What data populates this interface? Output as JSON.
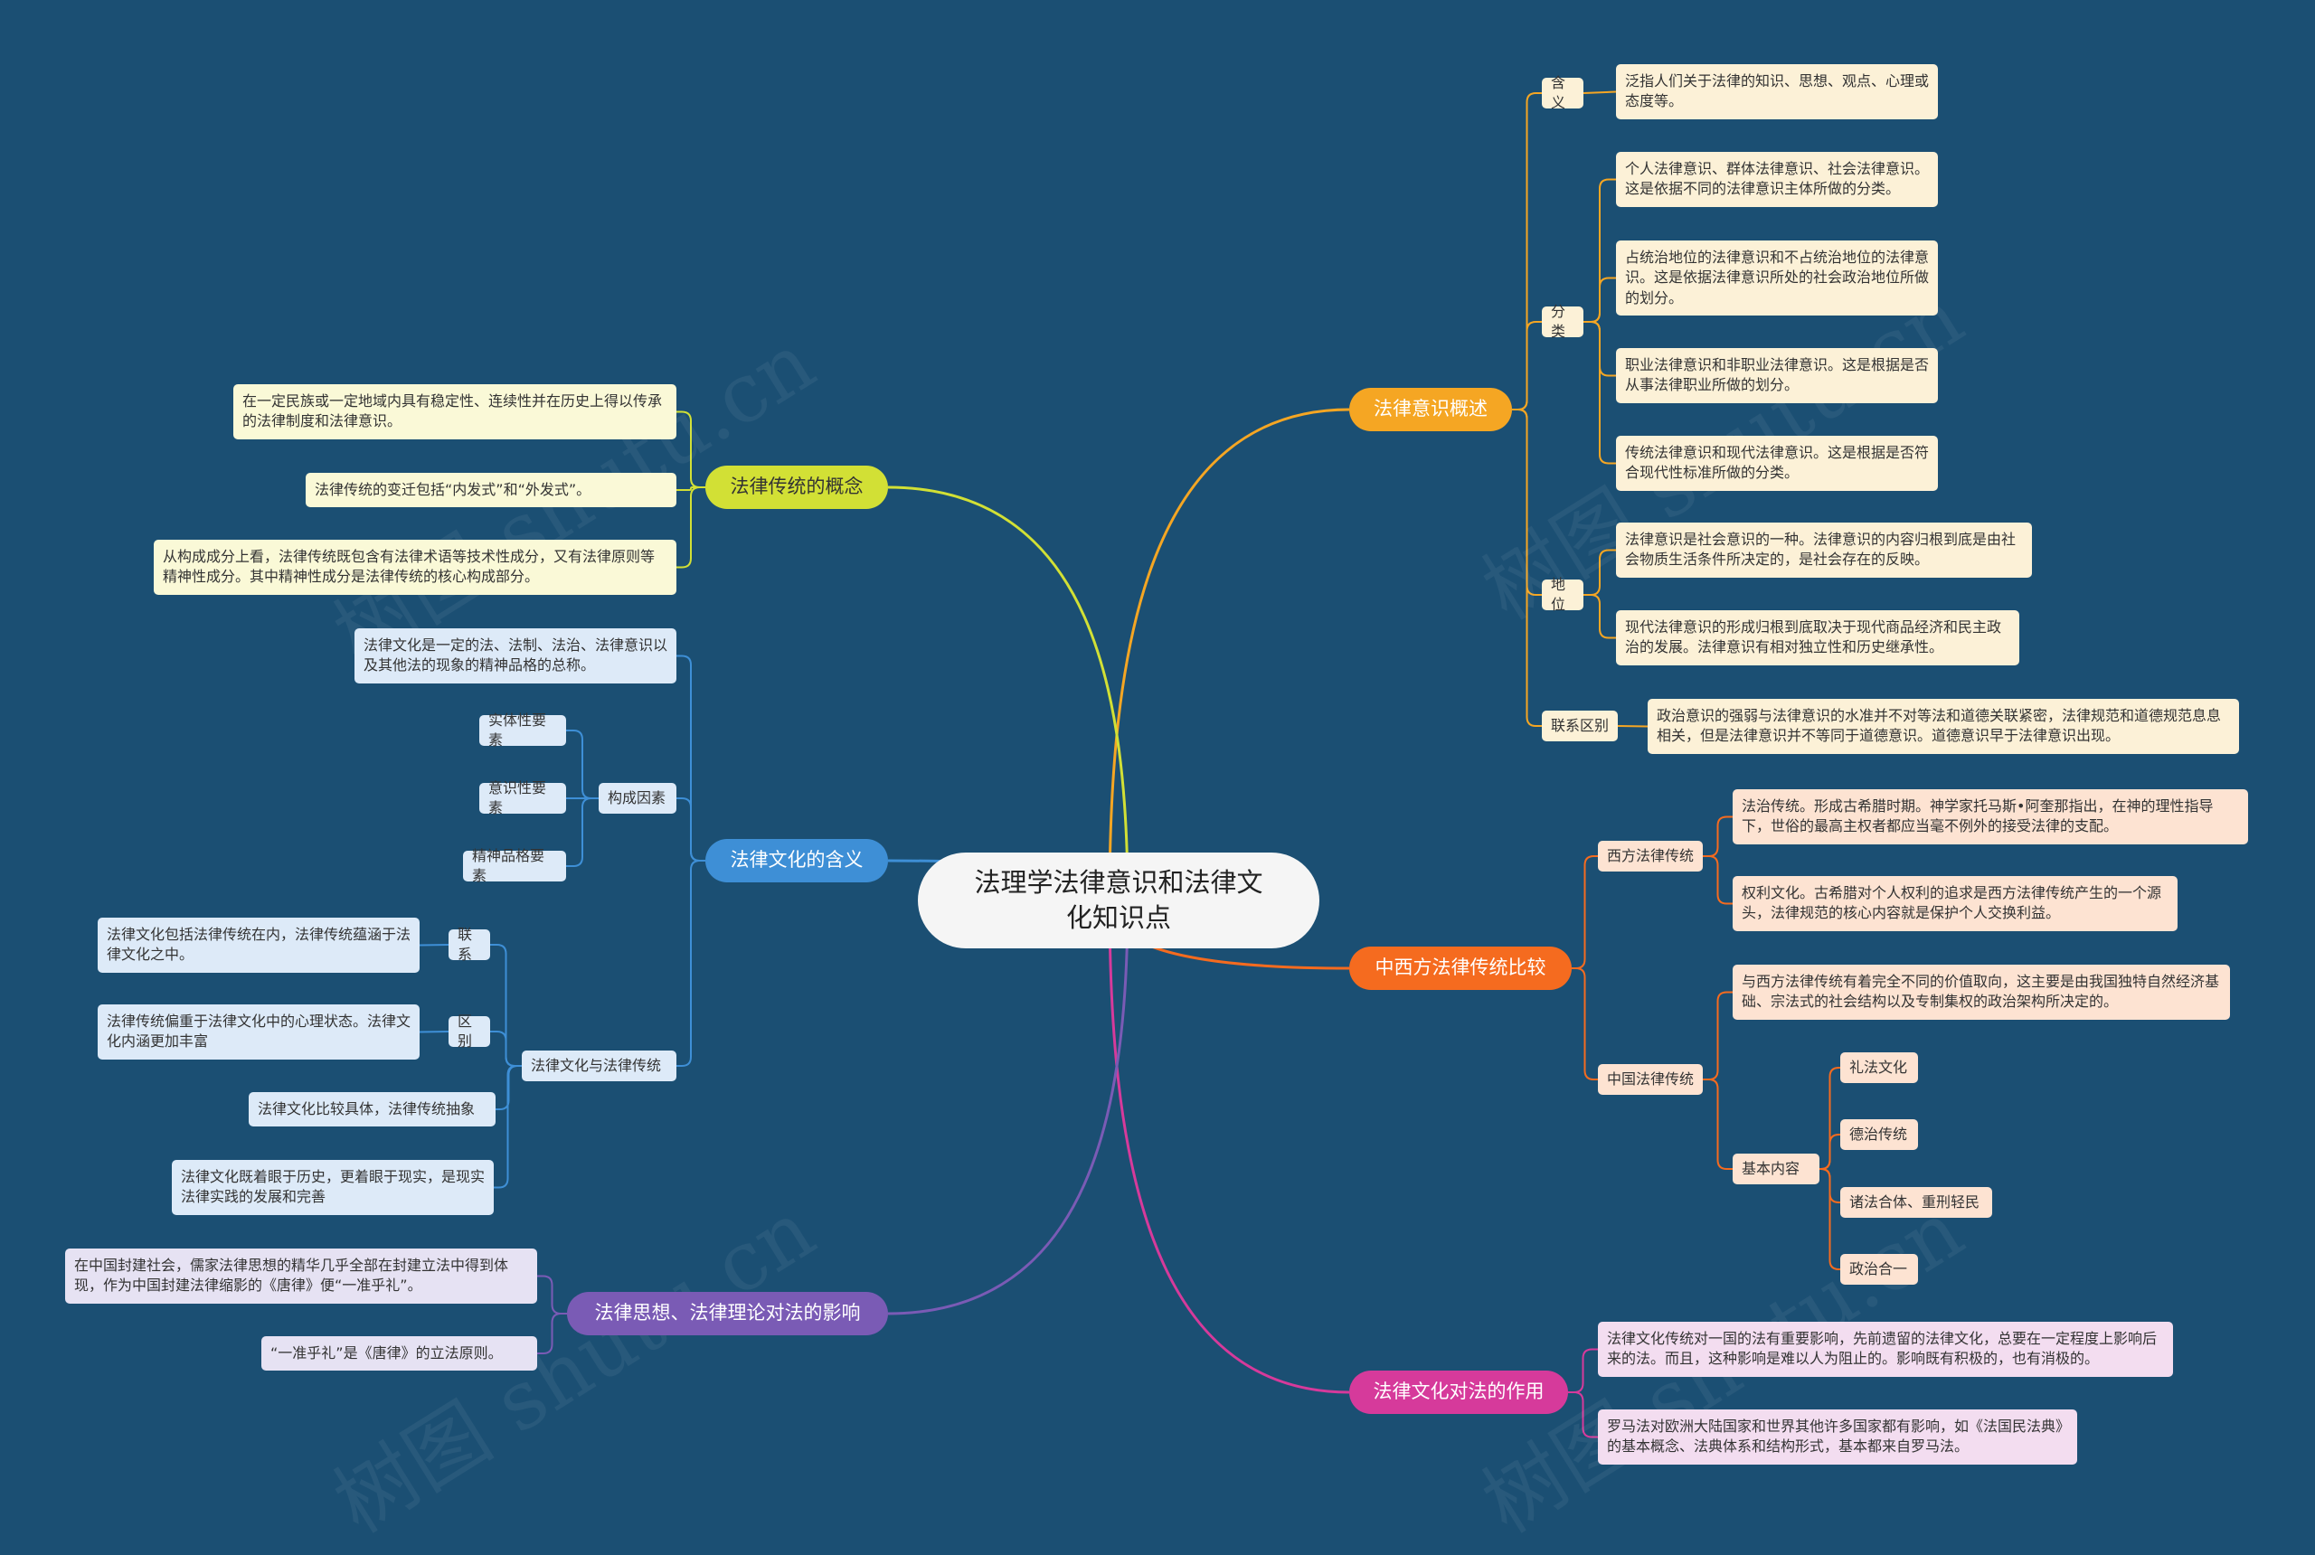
{
  "root": "法理学法律意识和法律文化知识点",
  "watermark": "树图 shutu.cn",
  "colors": {
    "background": "#1b4f73",
    "c1": "#f5a623",
    "c2": "#f56b1f",
    "c3": "#d63a9b",
    "c4": "#d2e035",
    "c5": "#3e8fd6",
    "c6": "#7a5bb5"
  },
  "b1": {
    "label": "法律意识概述",
    "hanyi": {
      "label": "含义",
      "text": "泛指人们关于法律的知识、思想、观点、心理或态度等。"
    },
    "fenlei": {
      "label": "分类",
      "items": [
        "个人法律意识、群体法律意识、社会法律意识。这是依据不同的法律意识主体所做的分类。",
        "占统治地位的法律意识和不占统治地位的法律意识。这是依据法律意识所处的社会政治地位所做的划分。",
        "职业法律意识和非职业法律意识。这是根据是否从事法律职业所做的划分。",
        "传统法律意识和现代法律意识。这是根据是否符合现代性标准所做的分类。"
      ]
    },
    "diwei": {
      "label": "地位",
      "items": [
        "法律意识是社会意识的一种。法律意识的内容归根到底是由社会物质生活条件所决定的，是社会存在的反映。",
        "现代法律意识的形成归根到底取决于现代商品经济和民主政治的发展。法律意识有相对独立性和历史继承性。"
      ]
    },
    "lianxi": {
      "label": "联系区别",
      "text": "政治意识的强弱与法律意识的水准并不对等法和道德关联紧密，法律规范和道德规范息息相关，但是法律意识并不等同于道德意识。道德意识早于法律意识出现。"
    }
  },
  "b2": {
    "label": "中西方法律传统比较",
    "west": {
      "label": "西方法律传统",
      "items": [
        "法治传统。形成古希腊时期。神学家托马斯•阿奎那指出，在神的理性指导下，世俗的最高主权者都应当毫不例外的接受法律的支配。",
        "权利文化。古希腊对个人权利的追求是西方法律传统产生的一个源头，法律规范的核心内容就是保护个人交换利益。"
      ]
    },
    "china": {
      "label": "中国法律传统",
      "text": "与西方法律传统有着完全不同的价值取向，这主要是由我国独特自然经济基础、宗法式的社会结构以及专制集权的政治架构所决定的。",
      "basic": {
        "label": "基本内容",
        "items": [
          "礼法文化",
          "德治传统",
          "诸法合体、重刑轻民",
          "政治合一"
        ]
      }
    }
  },
  "b3": {
    "label": "法律文化对法的作用",
    "items": [
      "法律文化传统对一国的法有重要影响，先前遗留的法律文化，总要在一定程度上影响后来的法。而且，这种影响是难以人为阻止的。影响既有积极的，也有消极的。",
      "罗马法对欧洲大陆国家和世界其他许多国家都有影响，如《法国民法典》的基本概念、法典体系和结构形式，基本都来自罗马法。"
    ]
  },
  "b4": {
    "label": "法律传统的概念",
    "items": [
      "在一定民族或一定地域内具有稳定性、连续性并在历史上得以传承的法律制度和法律意识。",
      "法律传统的变迁包括“内发式”和“外发式”。",
      "从构成成分上看，法律传统既包含有法律术语等技术性成分，又有法律原则等精神性成分。其中精神性成分是法律传统的核心构成部分。"
    ]
  },
  "b5": {
    "label": "法律文化的含义",
    "def": "法律文化是一定的法、法制、法治、法律意识以及其他法的现象的精神品格的总称。",
    "factors": {
      "label": "构成因素",
      "items": [
        "实体性要素",
        "意识性要素",
        "精神品格要素"
      ]
    },
    "rel": {
      "label": "法律文化与法律传统",
      "lianxi": {
        "label": "联系",
        "text": "法律文化包括法律传统在内，法律传统蕴涵于法律文化之中。"
      },
      "qubie": {
        "label": "区别",
        "text": "法律传统偏重于法律文化中的心理状态。法律文化内涵更加丰富"
      },
      "items": [
        "法律文化比较具体，法律传统抽象",
        "法律文化既着眼于历史，更着眼于现实，是现实法律实践的发展和完善"
      ]
    }
  },
  "b6": {
    "label": "法律思想、法律理论对法的影响",
    "items": [
      "在中国封建社会，儒家法律思想的精华几乎全部在封建立法中得到体现，作为中国封建法律缩影的《唐律》便“一准乎礼”。",
      "“一准乎礼”是《唐律》的立法原则。"
    ]
  }
}
